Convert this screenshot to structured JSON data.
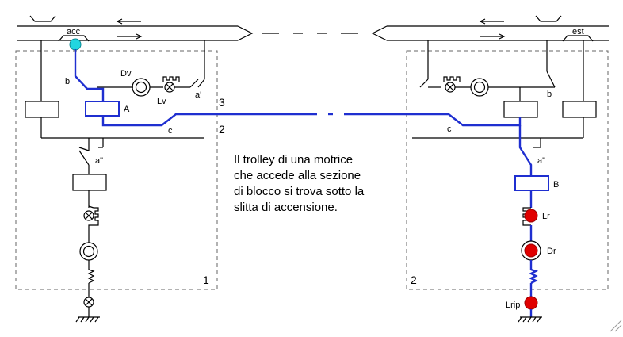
{
  "labels": {
    "acc": "acc",
    "est": "est",
    "b_left": "b",
    "b_right": "b",
    "dv": "Dv",
    "lv": "Lv",
    "a_prime": "a'",
    "a_second_left": "a\"",
    "a_second_right": "a\"",
    "relay_a": "A",
    "relay_b": "B",
    "wire_3": "3",
    "wire_2": "2",
    "c_left": "c",
    "c_right": "c",
    "lr": "Lr",
    "dr": "Dr",
    "lrip": "Lrip",
    "section_1": "1",
    "section_2": "2"
  },
  "caption_lines": [
    "Il trolley di una motrice",
    "che accede alla sezione",
    "di blocco si trova sotto la",
    "slitta di accensione."
  ],
  "colors": {
    "active_circuit": "#1f2fd0",
    "indicator_lamp": "#e00000",
    "contact_dot": "#22d6e0"
  }
}
